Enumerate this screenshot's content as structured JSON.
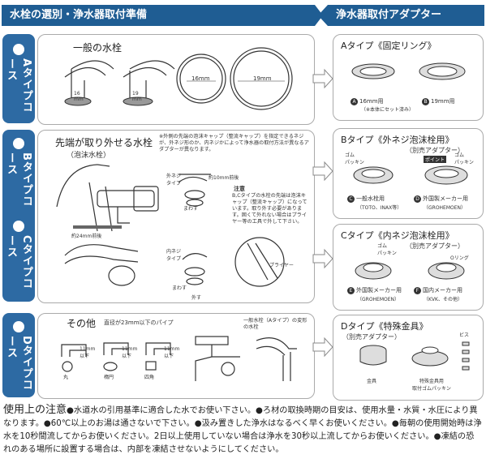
{
  "headers": {
    "left": "水栓の選別・浄水器取付準備",
    "right": "浄水器取付アダプター"
  },
  "tabs": {
    "a": "Aタイプコース",
    "b": "Bタイプコース",
    "c": "Cタイプコース",
    "d": "Dタイプコース"
  },
  "sectionA": {
    "title": "一般の水栓",
    "pipe1_label": "16\nmm",
    "pipe2_label": "19\nmm",
    "ring1_label": "16mm",
    "ring2_label": "19mm"
  },
  "sectionBC": {
    "title_line1": "先端が取り外せる水栓",
    "title_line2": "（泡沫水栓）",
    "top_note": "※外側の先端の泡沫キャップ（整流キャップ）を指定できるネジが、外ネジ形のか、内ネジかによって浄水器の取付方法が異なるアダプターが異なります。",
    "outer_screw": "外ネジ\nタイプ",
    "inner_screw": "内ネジ\nタイプ",
    "dia_label": "約24mm前後",
    "diam_small": "約10mm前後",
    "turn_label": "まわす",
    "remove_label": "外す",
    "caution_title": "注意",
    "caution_text": "B,Cタイプの水栓の先端は泡沫キャップ（整流キャップ）になっています。取り外す必要があります。固くて外れない場合はプライヤー等の工具で外して下さい。",
    "plier_label": "プライヤー"
  },
  "sectionD": {
    "title": "その他",
    "title_note": "直径が23mm以下のパイプ",
    "variant_note": "一般水栓（Aタイプ）の変形の水栓",
    "shape1": "丸",
    "shape2": "楕円",
    "shape3": "四角",
    "size_label": "11mm\n以下"
  },
  "adapters": {
    "a": {
      "title": "Aタイプ《固定リング》",
      "item1": "16mm用",
      "item1_sub": "（※本体にセット済み）",
      "item2": "19mm用",
      "badge1": "A",
      "badge2": "B"
    },
    "b": {
      "title": "Bタイプ《外ネジ泡沫栓用》",
      "sub": "（別売アダプター）",
      "gomu1": "ゴム\nパッキン",
      "gomu2": "ゴム\nパッキン",
      "point": "ポイント",
      "item1": "一般水栓用",
      "item1_sub": "（TOTO、INAX等）",
      "item2": "外国製メーカー用",
      "item2_sub": "（GROHEMOEN）",
      "badge1": "C",
      "badge2": "D"
    },
    "c": {
      "title": "Cタイプ《内ネジ泡沫栓用》",
      "sub": "（別売アダプター）",
      "gomu": "ゴム\nパッキン",
      "oring": "Oリング",
      "item1": "外国製メーカー用",
      "item1_sub": "（GROHEMOEN）",
      "item2": "国内メーカー用",
      "item2_sub": "（KVK、その他）",
      "badge1": "E",
      "badge2": "F"
    },
    "d": {
      "title": "Dタイプ《特殊金具》",
      "sub": "（別売アダプター）",
      "screw": "ビス",
      "item1": "金具",
      "item2": "特殊金具用\n取付ゴムパッキン"
    }
  },
  "footer": {
    "heading": "使用上の注意",
    "text": "●水道水の引用基準に適合した水でお使い下さい。●ろ材の取換時期の目安は、使用水量・水質・水圧により異なります。●60℃以上のお湯は通さないで下さい。●汲み置きした浄水はなるべく早くお使いください。●毎朝の使用開始時は浄水を10秒間流してからお使いください。2日以上使用していない場合は浄水を30秒以上流してからお使いください。●凍結の恐れのある場所に設置する場合は、内部を凍結させないようにしてください。"
  },
  "colors": {
    "accent": "#1f5d93",
    "tab": "#2d6aa3"
  }
}
